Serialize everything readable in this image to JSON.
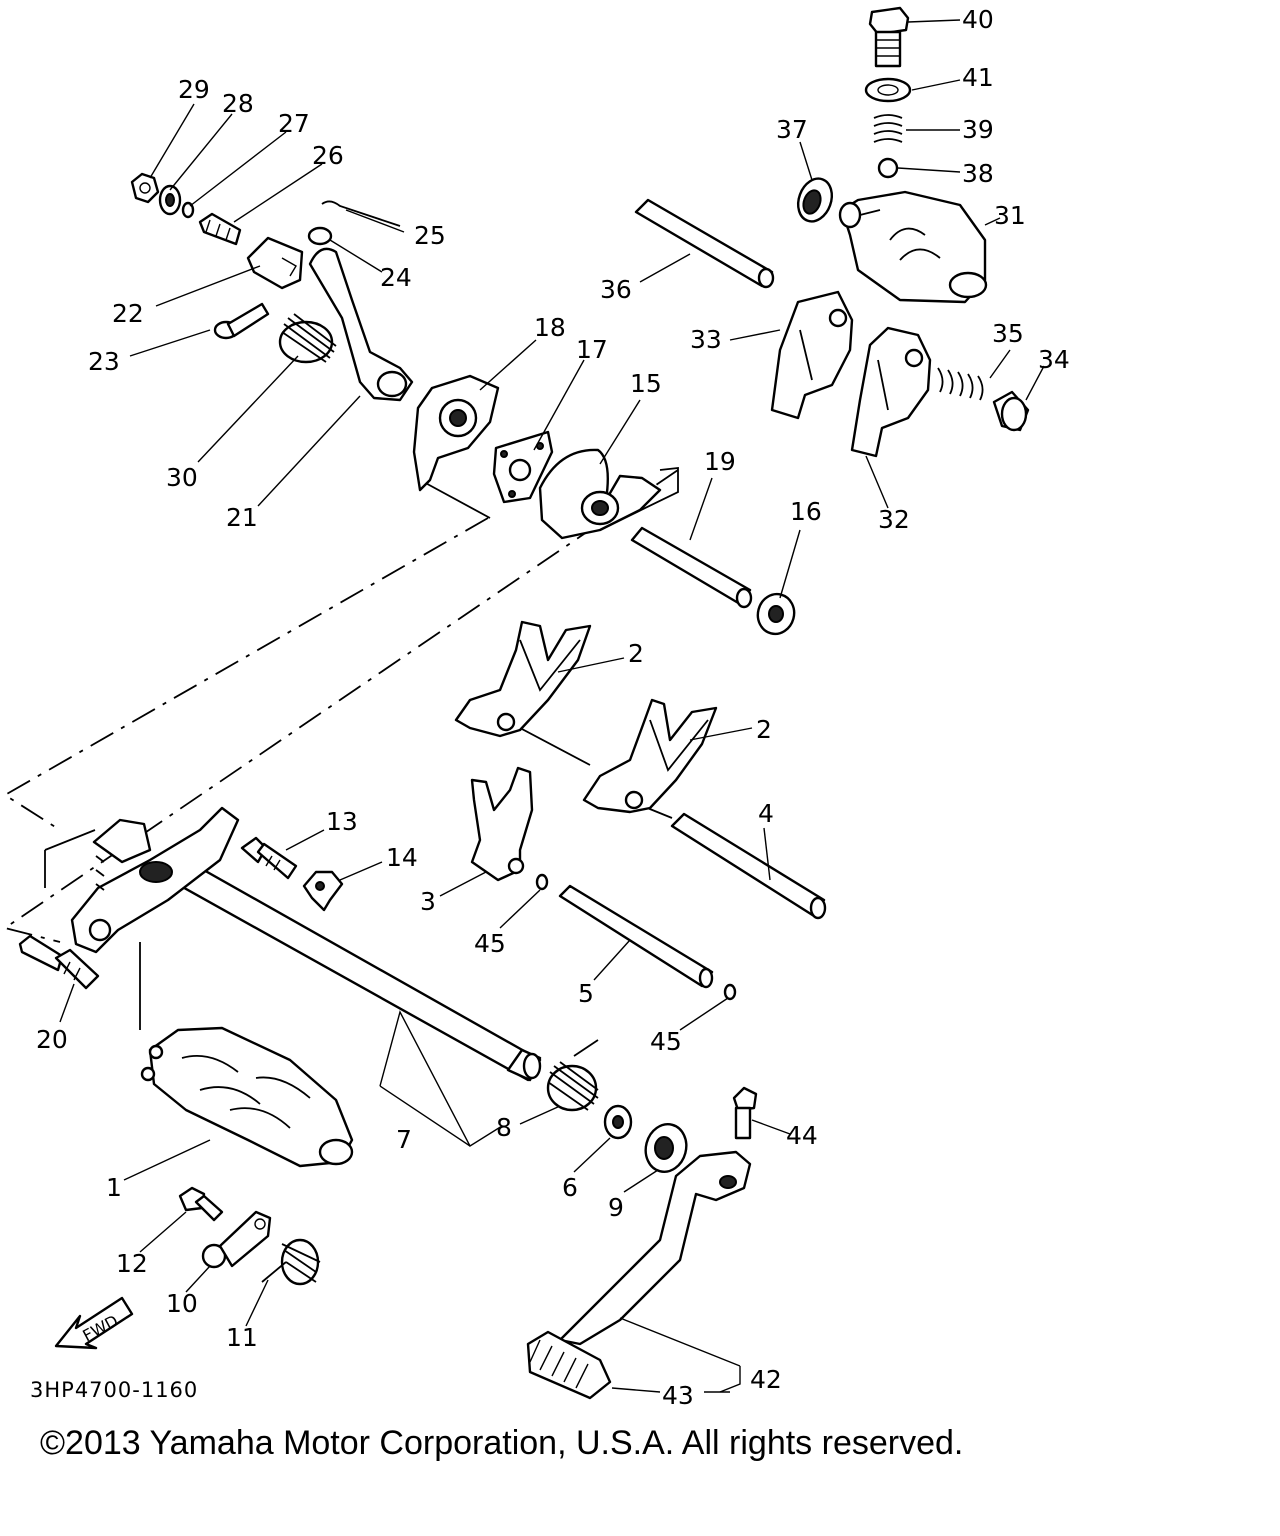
{
  "diagram": {
    "code": "3HP4700-1160",
    "copyright": "©2013 Yamaha Motor Corporation, U.S.A. All rights reserved.",
    "fwd_label": "FWD",
    "callouts": [
      {
        "id": "40",
        "label": "40"
      },
      {
        "id": "41",
        "label": "41"
      },
      {
        "id": "39",
        "label": "39"
      },
      {
        "id": "38",
        "label": "38"
      },
      {
        "id": "37",
        "label": "37"
      },
      {
        "id": "31",
        "label": "31"
      },
      {
        "id": "36",
        "label": "36"
      },
      {
        "id": "33",
        "label": "33"
      },
      {
        "id": "35",
        "label": "35"
      },
      {
        "id": "34",
        "label": "34"
      },
      {
        "id": "32",
        "label": "32"
      },
      {
        "id": "29",
        "label": "29"
      },
      {
        "id": "28",
        "label": "28"
      },
      {
        "id": "27",
        "label": "27"
      },
      {
        "id": "26",
        "label": "26"
      },
      {
        "id": "25",
        "label": "25"
      },
      {
        "id": "24",
        "label": "24"
      },
      {
        "id": "22",
        "label": "22"
      },
      {
        "id": "23",
        "label": "23"
      },
      {
        "id": "30",
        "label": "30"
      },
      {
        "id": "21",
        "label": "21"
      },
      {
        "id": "18",
        "label": "18"
      },
      {
        "id": "17",
        "label": "17"
      },
      {
        "id": "15",
        "label": "15"
      },
      {
        "id": "19",
        "label": "19"
      },
      {
        "id": "16",
        "label": "16"
      },
      {
        "id": "2a",
        "label": "2"
      },
      {
        "id": "2b",
        "label": "2"
      },
      {
        "id": "4",
        "label": "4"
      },
      {
        "id": "13",
        "label": "13"
      },
      {
        "id": "14",
        "label": "14"
      },
      {
        "id": "3",
        "label": "3"
      },
      {
        "id": "45a",
        "label": "45"
      },
      {
        "id": "5",
        "label": "5"
      },
      {
        "id": "45b",
        "label": "45"
      },
      {
        "id": "20",
        "label": "20"
      },
      {
        "id": "7",
        "label": "7"
      },
      {
        "id": "8",
        "label": "8"
      },
      {
        "id": "6",
        "label": "6"
      },
      {
        "id": "9",
        "label": "9"
      },
      {
        "id": "44",
        "label": "44"
      },
      {
        "id": "1",
        "label": "1"
      },
      {
        "id": "12",
        "label": "12"
      },
      {
        "id": "10",
        "label": "10"
      },
      {
        "id": "11",
        "label": "11"
      },
      {
        "id": "42",
        "label": "42"
      },
      {
        "id": "43",
        "label": "43"
      }
    ]
  }
}
